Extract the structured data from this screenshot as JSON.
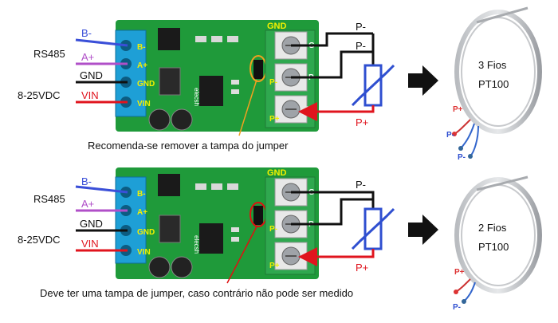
{
  "colors": {
    "board": "#1f9a3a",
    "terminal_blue": "#1e9fd6",
    "terminal_green": "#2fa84f",
    "wire_blue": "#3a4fd8",
    "wire_purple": "#b04fc8",
    "wire_black": "#111111",
    "wire_red": "#e0141e",
    "thermistor": "#2f4fd0",
    "silk_yellow": "#f3f000",
    "annot_orange": "#f0a020",
    "annot_red": "#e01010"
  },
  "panels": [
    {
      "labels": {
        "b_minus": "B-",
        "a_plus": "A+",
        "rs485": "RS485",
        "gnd": "GND",
        "supply": "8-25VDC",
        "vin": "VIN",
        "p_minus_1": "P-",
        "p_minus_2": "P-",
        "p_plus": "P+"
      },
      "silk": {
        "b": "B-",
        "a": "A+",
        "gnd": "GND",
        "vin": "VIN",
        "gnd_right": "GND",
        "p1": "P-",
        "p2": "P+",
        "side_g": "G",
        "side_p": "P",
        "side_pp": "P+",
        "mark": "elecsh"
      },
      "note": "Recomenda-se remover a tampa do jumper",
      "sensor": {
        "line1": "3 Fios",
        "line2": "PT100",
        "tag_plus": "P+",
        "tag_m1": "P-",
        "tag_m2": "P-"
      },
      "sensor_icon": "coiled-rtd-probe-icon"
    },
    {
      "labels": {
        "b_minus": "B-",
        "a_plus": "A+",
        "rs485": "RS485",
        "gnd": "GND",
        "supply": "8-25VDC",
        "vin": "VIN",
        "p_minus_1": "P-",
        "p_plus": "P+"
      },
      "silk": {
        "b": "B-",
        "a": "A+",
        "gnd": "GND",
        "vin": "VIN",
        "gnd_right": "GND",
        "p1": "P-",
        "p2": "P+",
        "side_g": "G",
        "side_p": "P",
        "side_pp": "P+",
        "mark": "elecsh"
      },
      "note": "Deve ter uma tampa de jumper, caso contrário não pode ser medido",
      "sensor": {
        "line1": "2 Fios",
        "line2": "PT100",
        "tag_plus": "P+",
        "tag_m1": "P-"
      },
      "sensor_icon": "coiled-rtd-probe-icon"
    }
  ]
}
